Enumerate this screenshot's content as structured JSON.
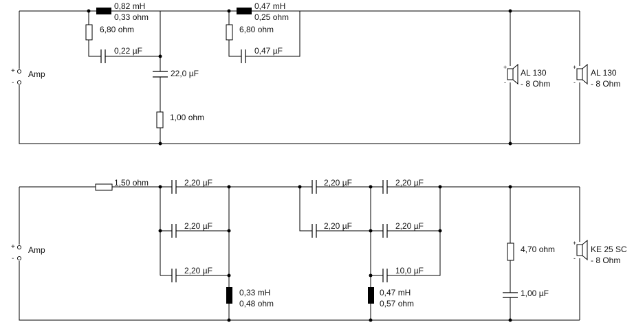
{
  "top": {
    "source_label": "Amp",
    "plus": "+",
    "minus": "-",
    "l1_value": "0,82 mH",
    "l1_resistance": "0,33 ohm",
    "r1_value": "6,80 ohm",
    "c1_value": "0,22 µF",
    "c2_value": "22,0 µF",
    "r2_value": "1,00 ohm",
    "l2_value": "0,47 mH",
    "l2_resistance": "0,25 ohm",
    "r3_value": "6,80 ohm",
    "c3_value": "0,47 µF",
    "speaker1_name": "AL 130",
    "speaker1_impedance": "- 8 Ohm",
    "speaker2_name": "AL 130",
    "speaker2_impedance": "- 8 Ohm"
  },
  "bottom": {
    "source_label": "Amp",
    "plus": "+",
    "minus": "-",
    "r1_value": "1,50 ohm",
    "c1_value": "2,20 µF",
    "c2_value": "2,20 µF",
    "c3_value": "2,20 µF",
    "l1_value": "0,33 mH",
    "l1_resistance": "0,48 ohm",
    "c4_value": "2,20 µF",
    "c5_value": "2,20 µF",
    "c6_value": "2,20 µF",
    "c7_value": "2,20 µF",
    "c8_value": "10,0 µF",
    "l2_value": "0,47 mH",
    "l2_resistance": "0,57 ohm",
    "r2_value": "4,70 ohm",
    "c9_value": "1,00 µF",
    "speaker_name": "KE 25 SC",
    "speaker_impedance": "- 8 Ohm"
  }
}
